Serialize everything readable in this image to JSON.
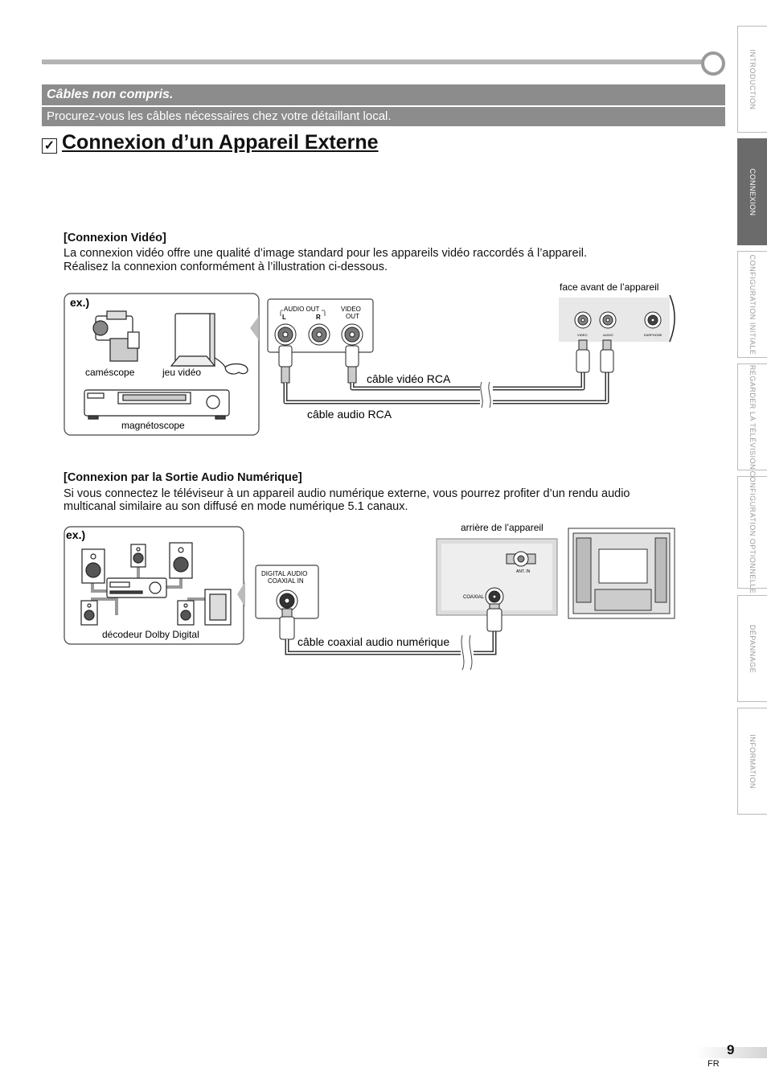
{
  "banner": {
    "title": "Câbles non compris.",
    "text": "Procurez-vous les câbles nécessaires chez votre détaillant local."
  },
  "page_title": {
    "checkbox": "☑",
    "label": "Connexion d’un Appareil Externe"
  },
  "video_section": {
    "heading": "[Connexion Vidéo]",
    "line1": "La connexion vidéo offre une qualité d’image standard pour les appareils vidéo raccordés á l’appareil.",
    "line2": "Réalisez la connexion conformément à l’illustration ci-dessous.",
    "diagram": {
      "ex_label": "ex.)",
      "camcorder": "caméscope",
      "game": "jeu vidéo",
      "vcr": "magnétoscope",
      "audio_out": "AUDIO OUT",
      "left": "L",
      "right": "R",
      "video_out_1": "VIDEO",
      "video_out_2": "OUT",
      "front_label": "face avant de l’appareil",
      "jack_video": "VIDEO",
      "jack_audio": "AUDIO",
      "jack_earphone": "EARPHONE",
      "video_cable": "câble vidéo RCA",
      "audio_cable": "câble audio RCA"
    }
  },
  "digital_section": {
    "heading": "[Connexion par la Sortie Audio Numérique]",
    "line1": "Si vous connectez le téléviseur à un appareil audio numérique externe, vous pourrez profiter d’un rendu audio",
    "line2": "multicanal similaire au son diffusé en mode numérique 5.1 canaux.",
    "diagram": {
      "ex_label": "ex.)",
      "decoder": "décodeur Dolby Digital",
      "digital_in_1": "DIGITAL AUDIO",
      "digital_in_2": "COAXIAL IN",
      "rear_label": "arrière de l’appareil",
      "ant_in": "ANT. IN",
      "coaxial": "COAXIAL",
      "coax_cable": "câble coaxial audio numérique"
    }
  },
  "side_tabs": [
    "INTRODUCTION",
    "CONNEXION",
    "CONFIGURATION INITIALE",
    "REGARDER LA TÉLÉVISION",
    "CONFIGURATION OPTIONNELLE",
    "DÉPANNAGE",
    "INFORMATION"
  ],
  "page_number": "9",
  "language": "FR"
}
